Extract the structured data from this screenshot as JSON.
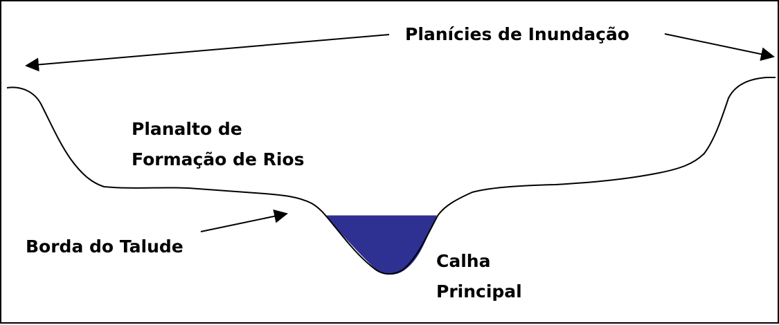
{
  "labels": {
    "floodplains": "Planícies de Inundação",
    "plateau_line1": "Planalto de",
    "plateau_line2": "Formação de Rios",
    "bank_edge": "Borda do Talude",
    "channel_line1": "Calha",
    "channel_line2": "Principal"
  },
  "colors": {
    "water": "#2e3192",
    "ink": "#000000",
    "background": "#ffffff"
  }
}
